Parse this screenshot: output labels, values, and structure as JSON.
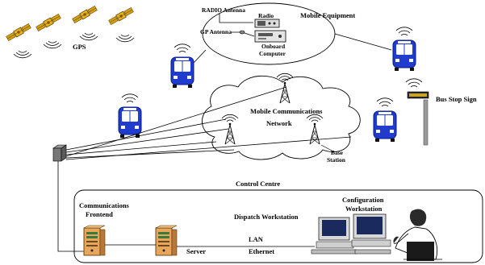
{
  "labels": {
    "gps": "GPS",
    "radio_antenna": "RADIO Antenna",
    "radio": "Radio",
    "mobile_equipment": "Mobile Equipment",
    "gp_antenna": "GP Antenna",
    "onboard_computer_line1": "Onboard",
    "onboard_computer_line2": "Computer",
    "bus_stop_sign": "Bus Stop Sign",
    "network_line1": "Mobile Communications",
    "network_line2": "Network",
    "base_station_line1": "Base",
    "base_station_line2": "Station",
    "control_centre": "Control Centre",
    "comm_frontend_line1": "Communications",
    "comm_frontend_line2": "Frontend",
    "config_ws_line1": "Configuration",
    "config_ws_line2": "Workstation",
    "dispatch_ws": "Dispatch Workstation",
    "lan": "LAN",
    "ethernet": "Ethernet",
    "server": "Server"
  },
  "colors": {
    "bus": "#1f3ccf",
    "satellite": "#d4a017",
    "server": "#e0a050",
    "line": "#000000"
  }
}
